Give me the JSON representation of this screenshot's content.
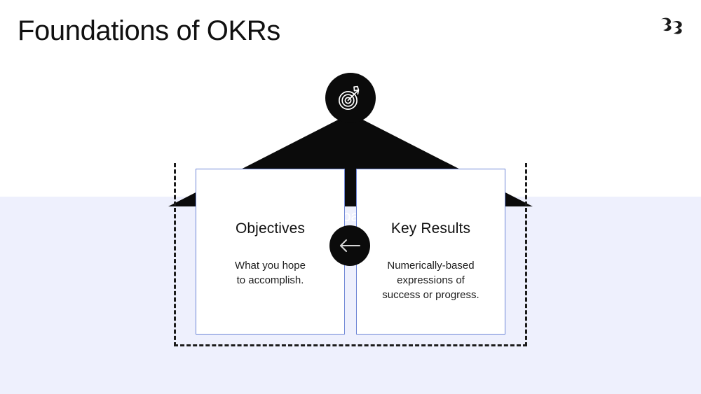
{
  "slide": {
    "title": "Foundations of OKRs",
    "background_top_color": "#ffffff",
    "background_bottom_color": "#eef0fd",
    "accent_border_color": "#6e86d6",
    "dark_color": "#0b0b0b"
  },
  "brand": {
    "logo_name": "double-chevron-r-logo",
    "logo_color": "#1a1a1a"
  },
  "diagram": {
    "roof": {
      "label": "Goals",
      "label_color": "#ffffff",
      "fill_color": "#0b0b0b",
      "icon_name": "target-bullseye-icon"
    },
    "connector": {
      "icon_name": "arrow-left-icon",
      "glyph": "←",
      "background_color": "#0b0b0b",
      "arrow_color": "#d8d8d8"
    },
    "cards": [
      {
        "id": "objectives",
        "title": "Objectives",
        "body": "What you hope\nto accomplish."
      },
      {
        "id": "key-results",
        "title": "Key Results",
        "body": "Numerically-based\nexpressions of\nsuccess or progress."
      }
    ]
  }
}
